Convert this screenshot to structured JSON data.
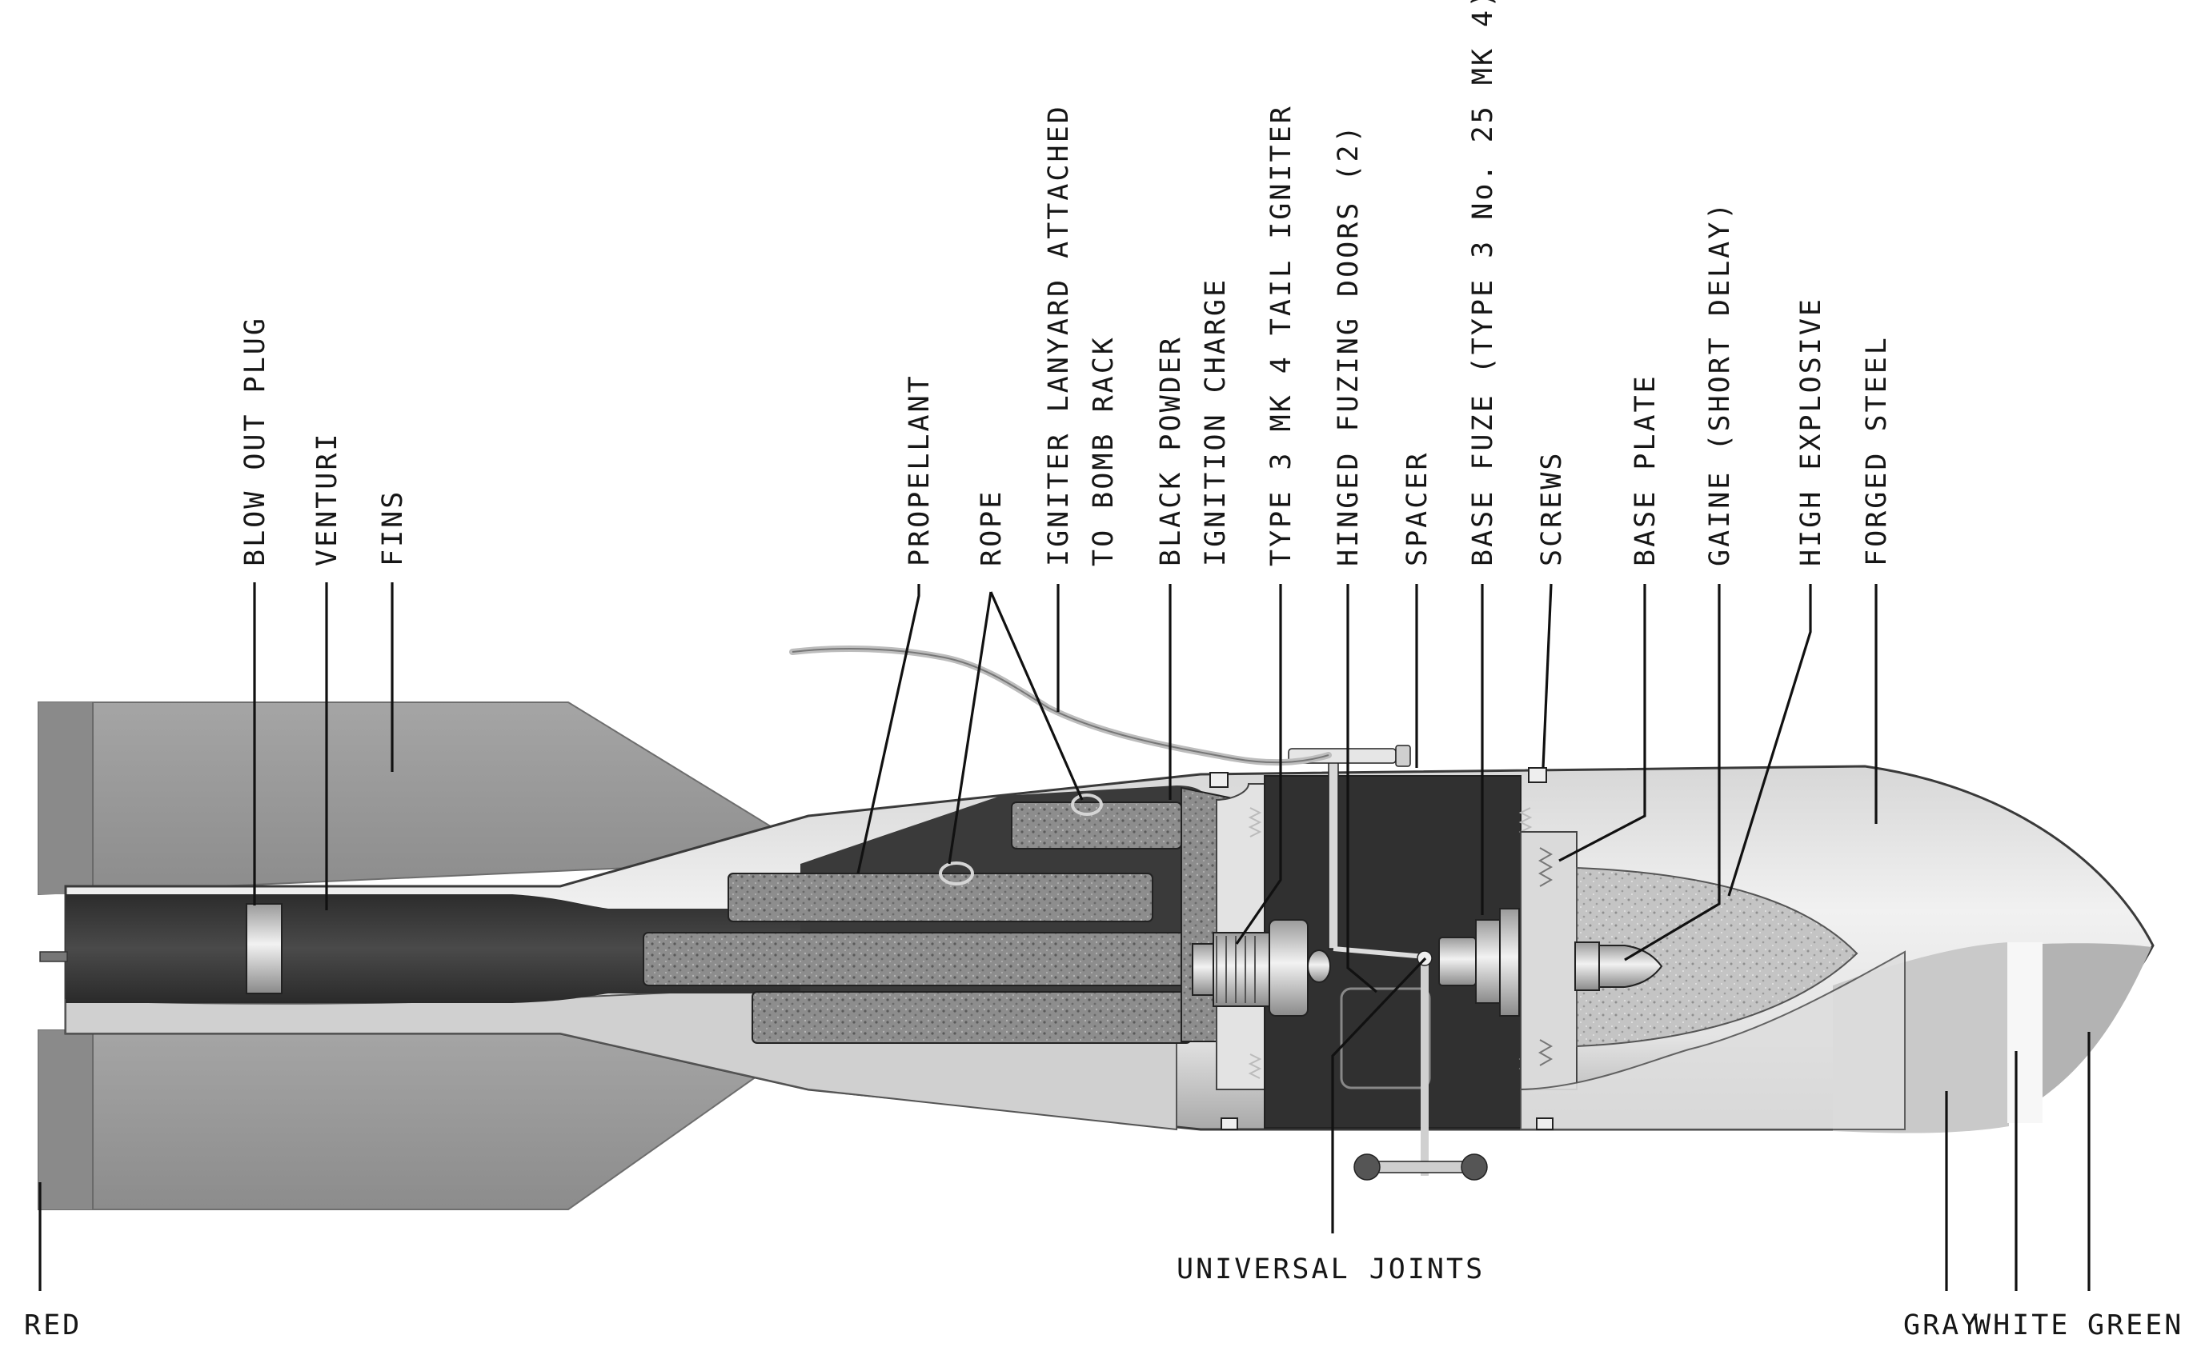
{
  "colors": {
    "background": "#ffffff",
    "fins": "#9a9a9a",
    "body_light": "#e9e9e9",
    "body_shadow": "#bdbdbd",
    "chamber_dark": "#3e3e3e",
    "propellant_grain": "#8d8d8d",
    "explosive_grain": "#c4c4c4",
    "ink": "#161616"
  },
  "labels": {
    "blow_out_plug": "BLOW OUT PLUG",
    "venturi": "VENTURI",
    "fins": "FINS",
    "propellant": "PROPELLANT",
    "rope": "ROPE",
    "igniter_lanyard_1": "IGNITER LANYARD ATTACHED",
    "igniter_lanyard_2": "TO BOMB RACK",
    "black_powder_1": "BLACK POWDER",
    "black_powder_2": "IGNITION CHARGE",
    "tail_igniter": "TYPE 3 MK 4 TAIL IGNITER",
    "hinged_fuzing_doors": "HINGED FUZING DOORS (2)",
    "spacer": "SPACER",
    "base_fuze": "BASE FUZE (TYPE 3 No. 25 MK 4)",
    "screws": "SCREWS",
    "base_plate": "BASE PLATE",
    "gaine": "GAINE (SHORT DELAY)",
    "high_explosive": "HIGH EXPLOSIVE",
    "forged_steel": "FORGED STEEL",
    "universal_joints": "UNIVERSAL JOINTS",
    "red": "RED",
    "gray": "GRAY",
    "white": "WHITE",
    "green": "GREEN"
  }
}
